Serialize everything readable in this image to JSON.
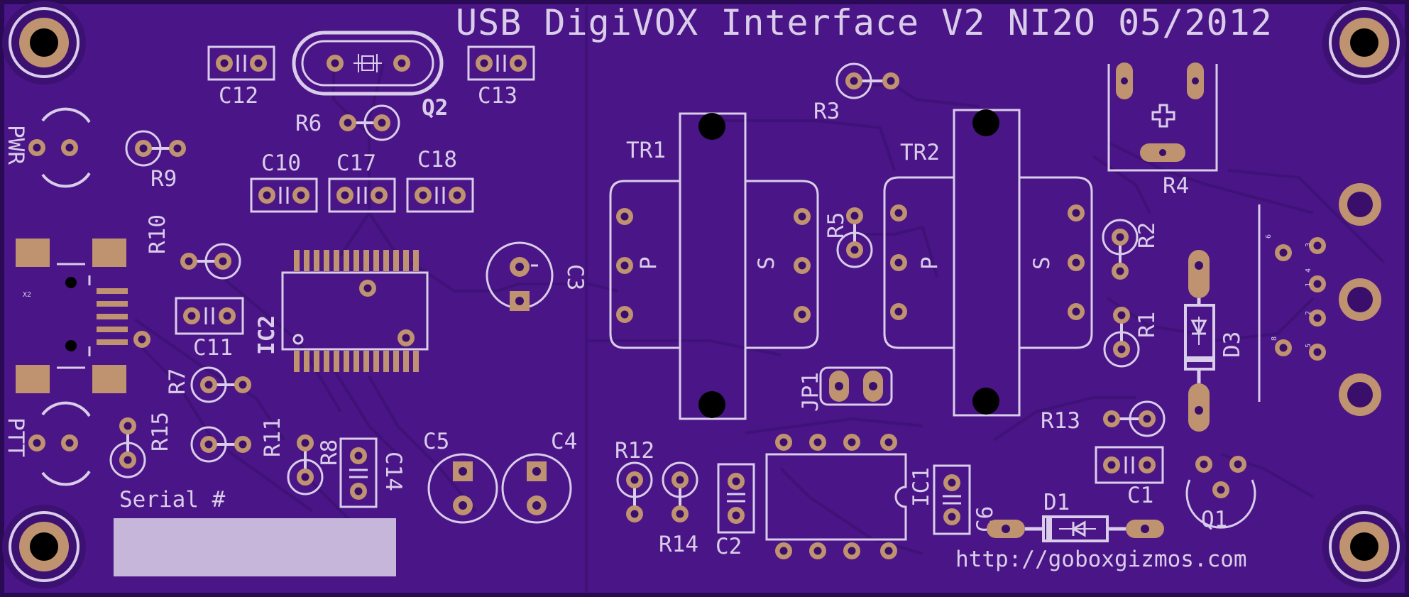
{
  "board": {
    "title": "USB DigiVOX Interface V2 NI2O 05/2012",
    "url": "http://goboxgizmos.com",
    "serial_label": "Serial #",
    "colors": {
      "board": "#4a1587",
      "edge": "#2a0a55",
      "copper": "#bf9270",
      "silkscreen": "#d9cdea",
      "serial_box": "#c5b6da"
    }
  },
  "designators": {
    "c12": "C12",
    "c13": "C13",
    "q2": "Q2",
    "r6": "R6",
    "r3": "R3",
    "pwr": "PWR",
    "r9": "R9",
    "c10": "C10",
    "c17": "C17",
    "c18": "C18",
    "tr1": "TR1",
    "tr2": "TR2",
    "r4": "R4",
    "r10": "R10",
    "x2": "X2",
    "ic2": "IC2",
    "c3": "C3",
    "c11": "C11",
    "r5": "R5",
    "r2": "R2",
    "r1": "R1",
    "d3": "D3",
    "r7": "R7",
    "r15": "R15",
    "r11": "R11",
    "r8": "R8",
    "c14": "C14",
    "c5": "C5",
    "c4": "C4",
    "jp1": "JP1",
    "r13": "R13",
    "c1": "C1",
    "q1": "Q1",
    "ptt": "PTT",
    "r12": "R12",
    "r14": "R14",
    "c2": "C2",
    "ic1": "IC1",
    "c6": "C6",
    "d1": "D1"
  },
  "transformer_marks": {
    "primary": "P",
    "secondary": "S"
  },
  "connector_pins": [
    "6",
    "3",
    "4",
    "1",
    "2",
    "8",
    "5"
  ]
}
